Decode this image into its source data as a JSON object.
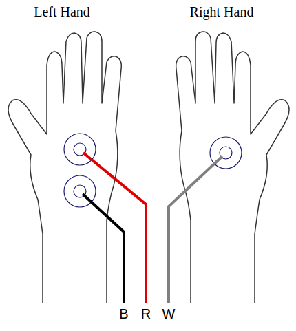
{
  "diagram": {
    "labels": [
      "Left Hand",
      "Right Hand",
      "B",
      "R",
      "W"
    ]
  }
}
